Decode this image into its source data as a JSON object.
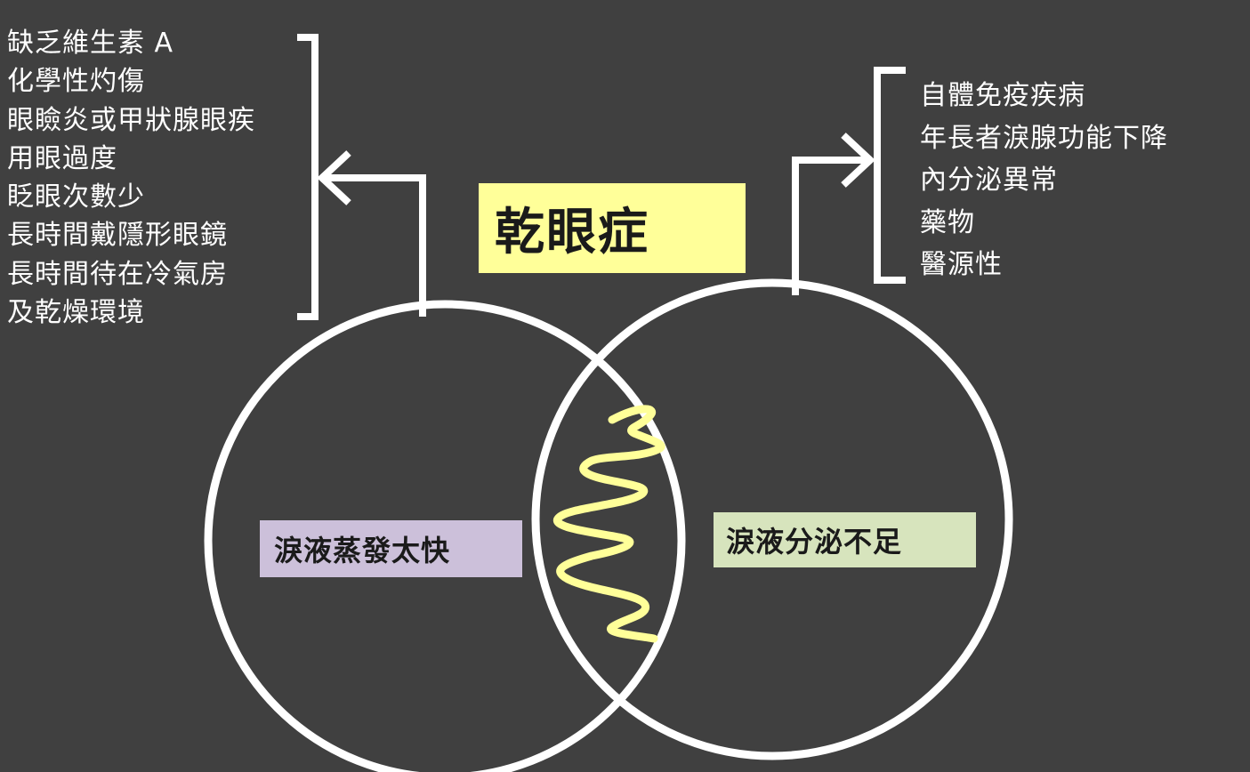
{
  "title": "乾眼症",
  "left_circle_label": "淚液蒸發太快",
  "right_circle_label": "淚液分泌不足",
  "left_causes": [
    "缺乏維生素 A",
    "化學性灼傷",
    "眼瞼炎或甲狀腺眼疾",
    "用眼過度",
    "眨眼次數少",
    "長時間戴隱形眼鏡",
    "長時間待在冷氣房",
    "及乾燥環境"
  ],
  "right_causes": [
    "自體免疫疾病",
    "年長者淚腺功能下降",
    "內分泌異常",
    "藥物",
    "醫源性"
  ],
  "colors": {
    "background": "#404040",
    "line": "#ffffff",
    "zigzag": "#ffff99",
    "title_box": "#ffff99",
    "left_box": "#ccc0da",
    "right_box": "#d7e4bd"
  }
}
